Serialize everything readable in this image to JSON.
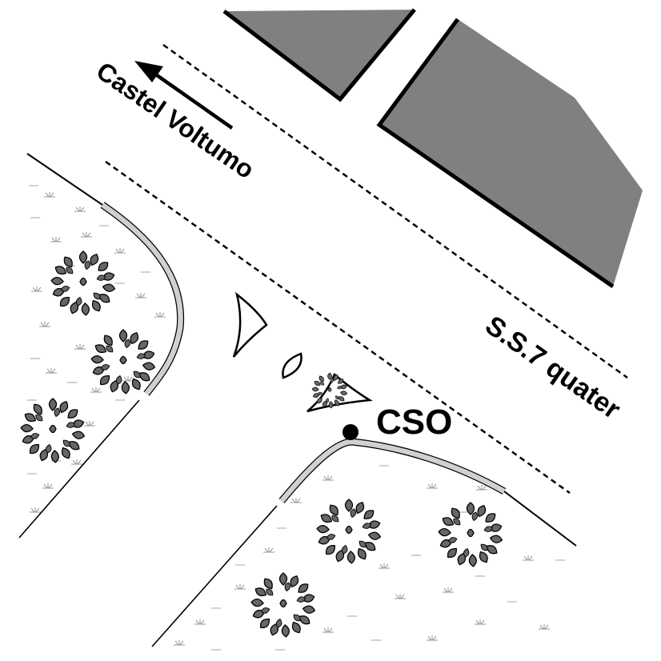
{
  "map": {
    "labels": {
      "direction": "Castel Voltumo",
      "road": "S.S.7 quater",
      "point": "CSO"
    },
    "colors": {
      "building": "#808080",
      "curb": "#d0d0d0",
      "bush": "#666666",
      "line": "#000000",
      "background": "#ffffff"
    },
    "icons": [
      "arrow-left-icon",
      "marker-dot-icon",
      "bush-icon",
      "grass-tuft-icon"
    ]
  }
}
